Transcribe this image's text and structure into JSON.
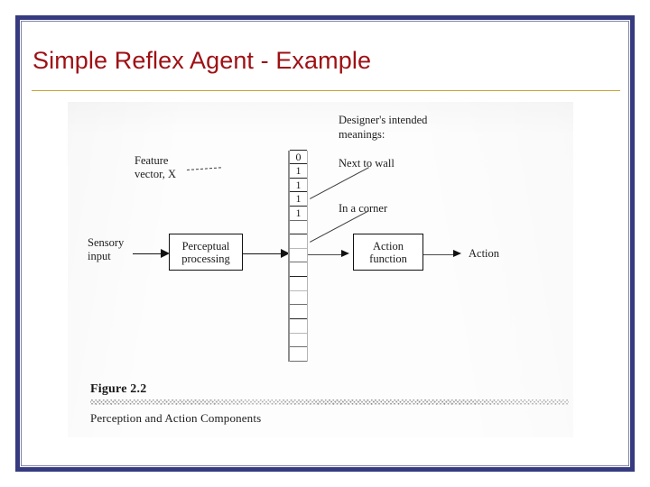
{
  "slide": {
    "title": "Simple Reflex Agent - Example",
    "title_color": "#9E1014",
    "border_color": "#363A7F",
    "rule_color": "#C8A33C"
  },
  "figure": {
    "labels": {
      "sensory_input": "Sensory\ninput",
      "sensory_input_line1": "Sensory",
      "sensory_input_line2": "input",
      "perceptual_processing_line1": "Perceptual",
      "perceptual_processing_line2": "processing",
      "feature_vector_line1": "Feature",
      "feature_vector_line2": "vector, X",
      "designers_meanings_line1": "Designer's intended",
      "designers_meanings_line2": "meanings:",
      "meaning_1": "Next to wall",
      "meaning_2": "In a corner",
      "action_function_line1": "Action",
      "action_function_line2": "function",
      "action_output": "Action"
    },
    "feature_vector": {
      "values": [
        "0",
        "1",
        "1",
        "1",
        "1",
        "",
        "",
        "",
        "",
        "",
        "",
        "",
        "",
        "",
        ""
      ],
      "cell_count": 15,
      "filled_count": 5
    },
    "caption": {
      "number": "Figure 2.2",
      "text": "Perception and Action Components"
    }
  }
}
